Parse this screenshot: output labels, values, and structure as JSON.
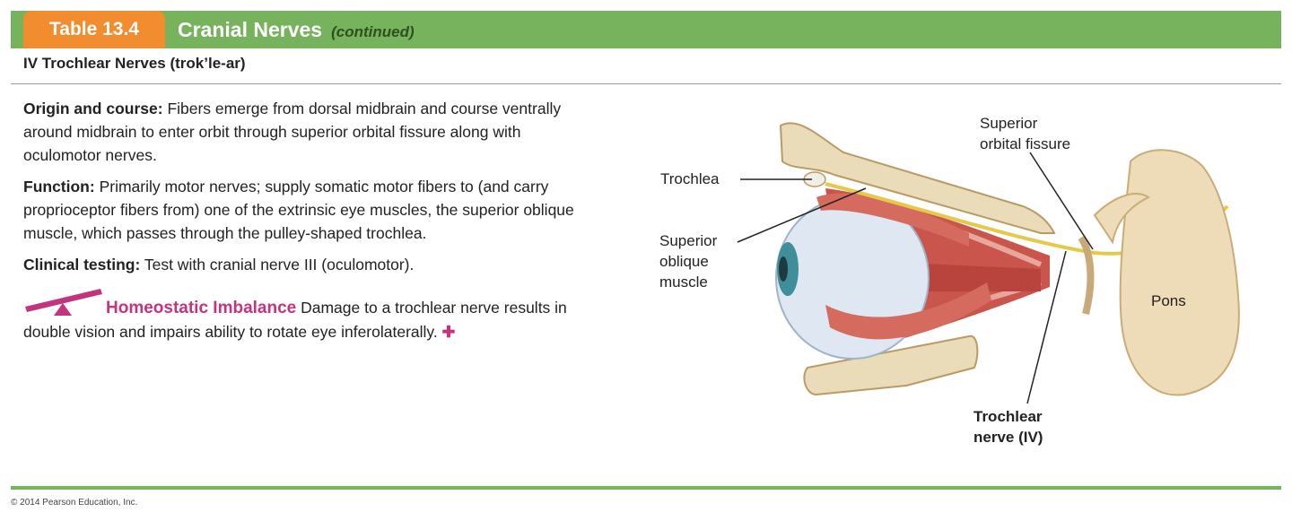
{
  "header": {
    "table_label": "Table 13.4",
    "title": "Cranial Nerves",
    "continued": "(continued)",
    "bar_color": "#77b35c",
    "tab_color": "#f18d2f"
  },
  "subtitle": "IV Trochlear Nerves (trok’le-ar)",
  "sections": {
    "origin": {
      "label": "Origin and course:",
      "text": " Fibers emerge from dorsal midbrain and course ventrally around midbrain to enter orbit through superior orbital fissure along with oculomotor nerves."
    },
    "function": {
      "label": "Function:",
      "text": " Primarily motor nerves; supply somatic motor fibers to (and carry proprioceptor fibers from) one of the extrinsic eye muscles, the superior oblique muscle, which passes through the pulley-shaped trochlea."
    },
    "clinical": {
      "label": "Clinical testing:",
      "text": " Test with cranial nerve III (oculomotor)."
    }
  },
  "homeostatic": {
    "title": "Homeostatic Imbalance",
    "text": " Damage to a trochlear nerve results in double vision and impairs ability to rotate eye inferolaterally.",
    "plus": "✚",
    "accent_color": "#c2347e"
  },
  "figure_labels": {
    "trochlea": "Trochlea",
    "superior_oblique_1": "Superior",
    "superior_oblique_2": "oblique",
    "superior_oblique_3": "muscle",
    "superior_orbital_fissure_1": "Superior",
    "superior_orbital_fissure_2": "orbital fissure",
    "pons": "Pons",
    "trochlear_nerve_1": "Trochlear",
    "trochlear_nerve_2": "nerve (IV)"
  },
  "footer": {
    "copyright": "© 2014 Pearson Education, Inc."
  }
}
